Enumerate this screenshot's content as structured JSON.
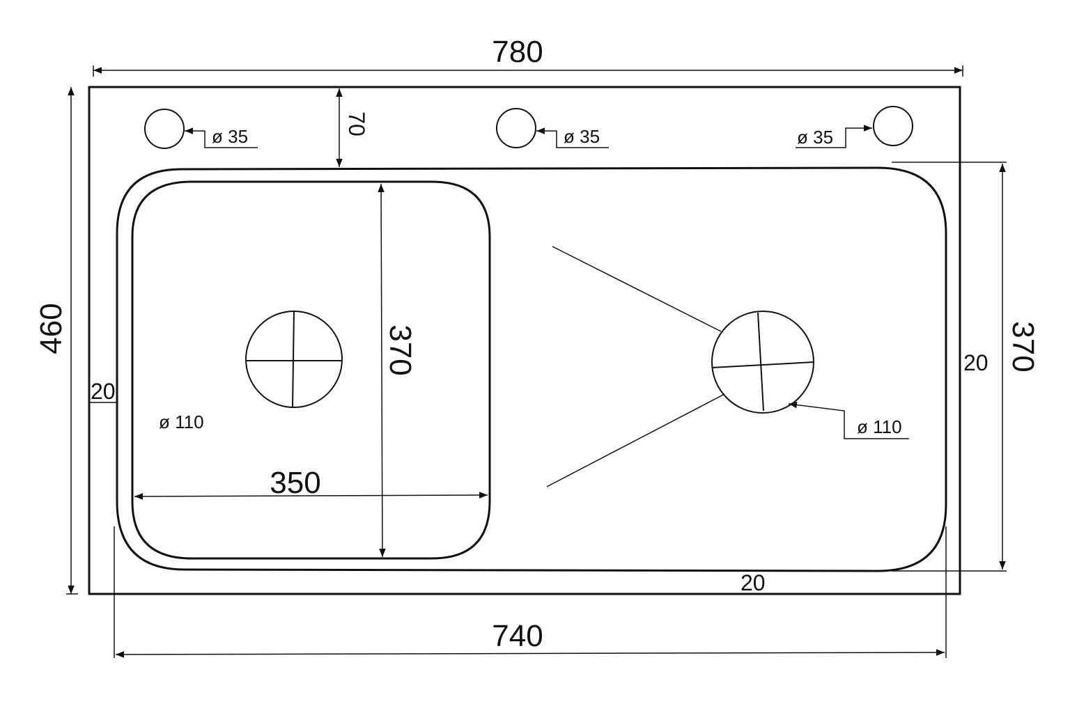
{
  "dimensions": {
    "overall_width": "780",
    "overall_height": "460",
    "tap_hole_offset": "70",
    "tap_hole_left": "ø 35",
    "tap_hole_center": "ø 35",
    "tap_hole_right": "ø 35",
    "bowl_height": "370",
    "bowl_width": "350",
    "drain_left": "ø 110",
    "drain_right": "ø 110",
    "drainboard_height": "370",
    "margin_left": "20",
    "margin_right": "20",
    "margin_bottom": "20",
    "inner_width": "740"
  },
  "colors": {
    "line": "#111111",
    "background": "#ffffff"
  }
}
